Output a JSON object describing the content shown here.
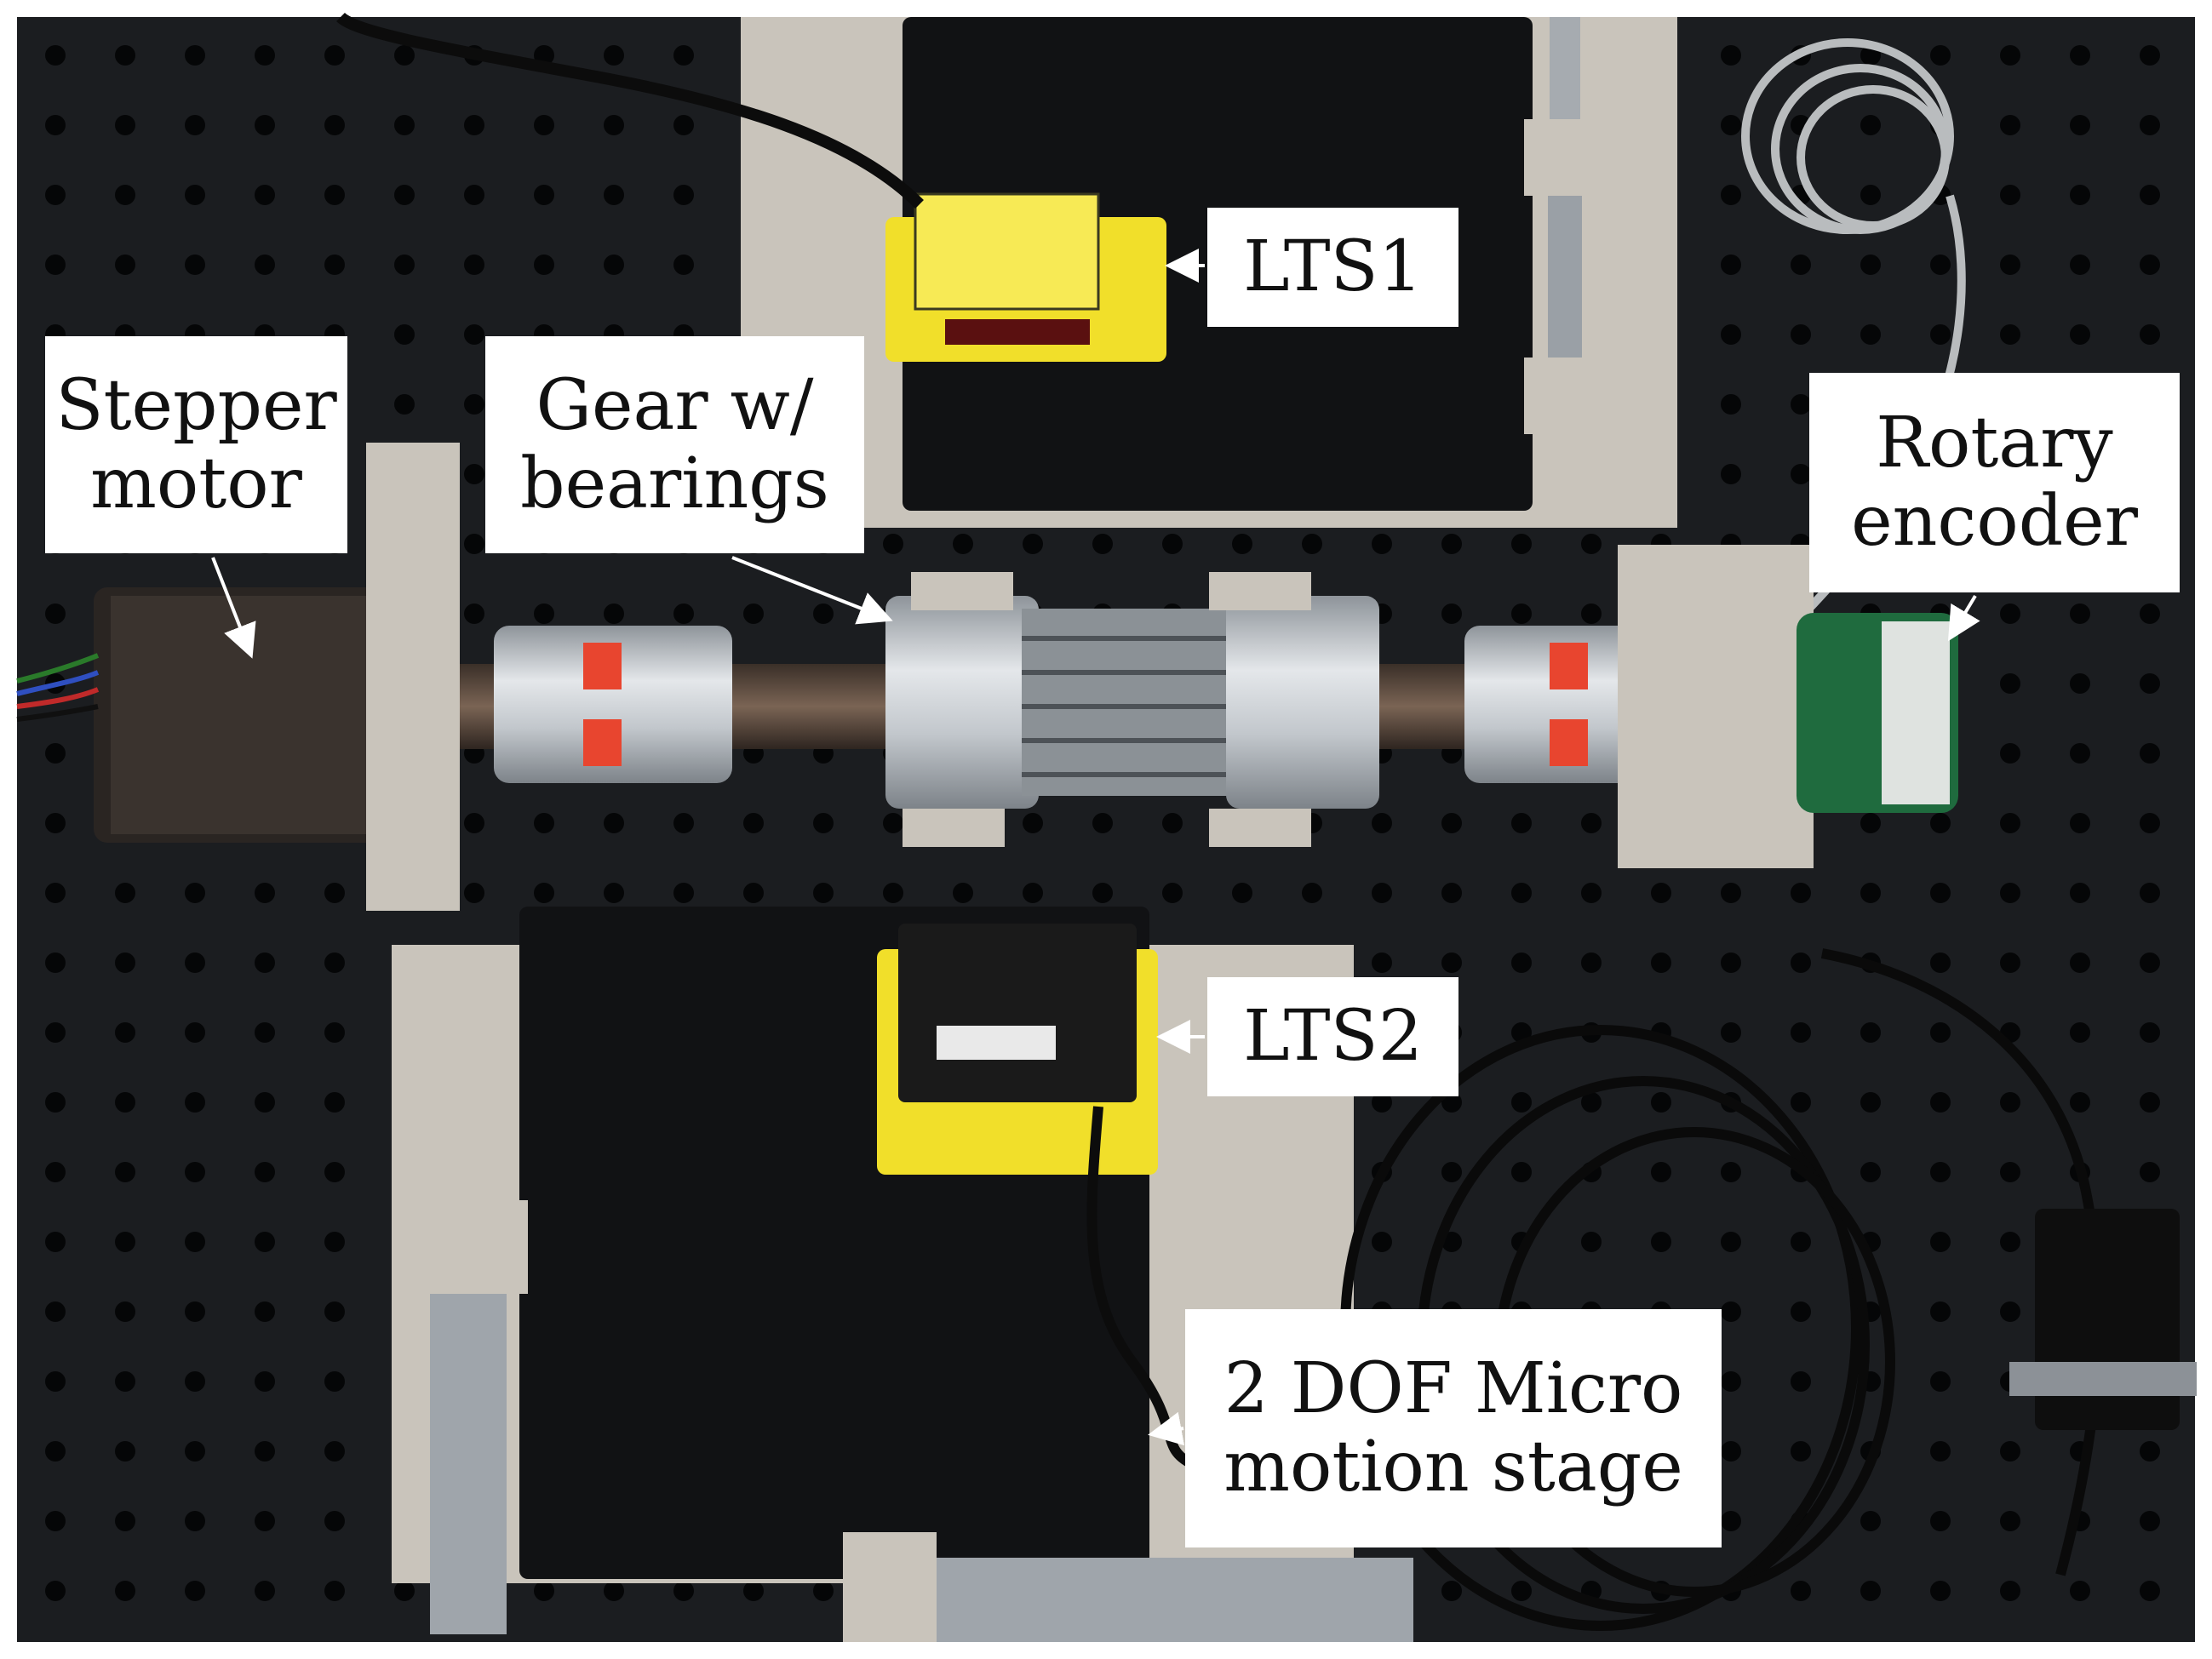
{
  "colors": {
    "table": "#1b1d20",
    "hole": "#050607",
    "stage": "#111214",
    "plate": "#c9c4bb",
    "aluminium": "#c8ccd0",
    "coupling_insert": "#e8452f",
    "sensor_yellow": "#f1df2a",
    "encoder_green": "#1f6b3e"
  },
  "annotations": {
    "stepper_motor": {
      "line1": "Stepper",
      "line2": "motor"
    },
    "gear": {
      "line1": "Gear w/",
      "line2": "bearings"
    },
    "lts1": "LTS1",
    "rotary_encoder": {
      "line1": "Rotary",
      "line2": "encoder"
    },
    "lts2": "LTS2",
    "stage": {
      "line1": "2 DOF Micro",
      "line2": "motion stage"
    }
  }
}
